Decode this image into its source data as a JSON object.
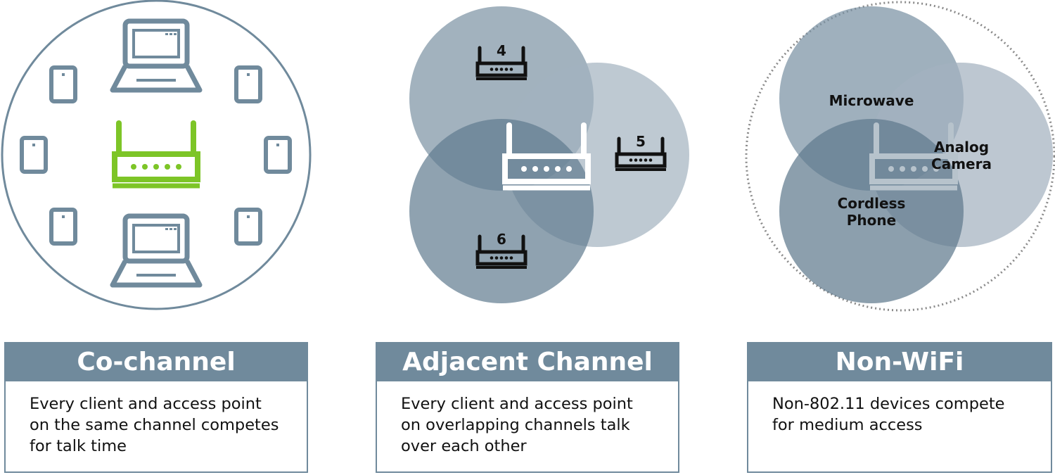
{
  "access_point_numbers": [
    "4",
    "5",
    "6"
  ],
  "interferers": {
    "microwave": "Microwave",
    "analog_camera": [
      "Analog",
      "Camera"
    ],
    "cordless_phone": [
      "Cordless",
      "Phone"
    ]
  },
  "cards": [
    {
      "title": "Co-channel",
      "description": "Every client and access point on the same channel competes for talk time"
    },
    {
      "title": "Adjacent Channel",
      "description": "Every client and access point on overlapping channels talk over each other"
    },
    {
      "title": "Non-WiFi",
      "description": "Non-802.11 devices compete for medium access"
    }
  ],
  "colors": {
    "device_gray": "#708a9c",
    "access_point_green": "#7dc527",
    "circle_dark": "#7a92a3",
    "circle_mid": "#a3b2bf",
    "circle_light": "#c3ced6"
  },
  "icons": [
    "laptop-icon",
    "phone-icon",
    "router-icon"
  ]
}
